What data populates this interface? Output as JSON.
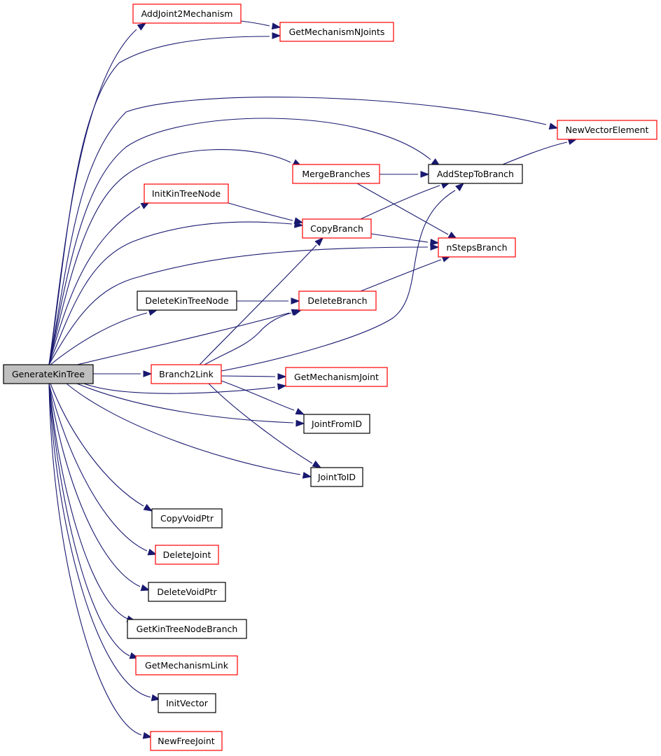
{
  "nodes": [
    {
      "id": "GenerateKinTree",
      "label": "GenerateKinTree",
      "border": "black",
      "highlight": true
    },
    {
      "id": "AddJoint2Mechanism",
      "label": "AddJoint2Mechanism",
      "border": "red"
    },
    {
      "id": "GetMechanismNJoints",
      "label": "GetMechanismNJoints",
      "border": "red"
    },
    {
      "id": "NewVectorElement",
      "label": "NewVectorElement",
      "border": "red"
    },
    {
      "id": "MergeBranches",
      "label": "MergeBranches",
      "border": "red"
    },
    {
      "id": "AddStepToBranch",
      "label": "AddStepToBranch",
      "border": "black"
    },
    {
      "id": "InitKinTreeNode",
      "label": "InitKinTreeNode",
      "border": "red"
    },
    {
      "id": "CopyBranch",
      "label": "CopyBranch",
      "border": "red"
    },
    {
      "id": "nStepsBranch",
      "label": "nStepsBranch",
      "border": "red"
    },
    {
      "id": "DeleteKinTreeNode",
      "label": "DeleteKinTreeNode",
      "border": "black"
    },
    {
      "id": "DeleteBranch",
      "label": "DeleteBranch",
      "border": "red"
    },
    {
      "id": "Branch2Link",
      "label": "Branch2Link",
      "border": "red"
    },
    {
      "id": "GetMechanismJoint",
      "label": "GetMechanismJoint",
      "border": "red"
    },
    {
      "id": "JointFromID",
      "label": "JointFromID",
      "border": "black"
    },
    {
      "id": "JointToID",
      "label": "JointToID",
      "border": "black"
    },
    {
      "id": "CopyVoidPtr",
      "label": "CopyVoidPtr",
      "border": "black"
    },
    {
      "id": "DeleteJoint",
      "label": "DeleteJoint",
      "border": "red"
    },
    {
      "id": "DeleteVoidPtr",
      "label": "DeleteVoidPtr",
      "border": "black"
    },
    {
      "id": "GetKinTreeNodeBranch",
      "label": "GetKinTreeNodeBranch",
      "border": "black"
    },
    {
      "id": "GetMechanismLink",
      "label": "GetMechanismLink",
      "border": "red"
    },
    {
      "id": "InitVector",
      "label": "InitVector",
      "border": "black"
    },
    {
      "id": "NewFreeJoint",
      "label": "NewFreeJoint",
      "border": "red"
    }
  ],
  "edges": [
    {
      "from": "GenerateKinTree",
      "to": "AddJoint2Mechanism"
    },
    {
      "from": "GenerateKinTree",
      "to": "GetMechanismNJoints"
    },
    {
      "from": "GenerateKinTree",
      "to": "NewVectorElement"
    },
    {
      "from": "GenerateKinTree",
      "to": "AddStepToBranch"
    },
    {
      "from": "GenerateKinTree",
      "to": "MergeBranches"
    },
    {
      "from": "GenerateKinTree",
      "to": "InitKinTreeNode"
    },
    {
      "from": "GenerateKinTree",
      "to": "CopyBranch"
    },
    {
      "from": "GenerateKinTree",
      "to": "nStepsBranch"
    },
    {
      "from": "GenerateKinTree",
      "to": "DeleteKinTreeNode"
    },
    {
      "from": "GenerateKinTree",
      "to": "DeleteBranch"
    },
    {
      "from": "GenerateKinTree",
      "to": "Branch2Link"
    },
    {
      "from": "GenerateKinTree",
      "to": "GetMechanismJoint"
    },
    {
      "from": "GenerateKinTree",
      "to": "JointFromID"
    },
    {
      "from": "GenerateKinTree",
      "to": "JointToID"
    },
    {
      "from": "GenerateKinTree",
      "to": "CopyVoidPtr"
    },
    {
      "from": "GenerateKinTree",
      "to": "DeleteJoint"
    },
    {
      "from": "GenerateKinTree",
      "to": "DeleteVoidPtr"
    },
    {
      "from": "GenerateKinTree",
      "to": "GetKinTreeNodeBranch"
    },
    {
      "from": "GenerateKinTree",
      "to": "GetMechanismLink"
    },
    {
      "from": "GenerateKinTree",
      "to": "InitVector"
    },
    {
      "from": "GenerateKinTree",
      "to": "NewFreeJoint"
    },
    {
      "from": "AddJoint2Mechanism",
      "to": "GetMechanismNJoints"
    },
    {
      "from": "AddStepToBranch",
      "to": "NewVectorElement"
    },
    {
      "from": "MergeBranches",
      "to": "AddStepToBranch"
    },
    {
      "from": "MergeBranches",
      "to": "nStepsBranch"
    },
    {
      "from": "InitKinTreeNode",
      "to": "CopyBranch"
    },
    {
      "from": "CopyBranch",
      "to": "AddStepToBranch"
    },
    {
      "from": "CopyBranch",
      "to": "nStepsBranch"
    },
    {
      "from": "DeleteKinTreeNode",
      "to": "DeleteBranch"
    },
    {
      "from": "DeleteBranch",
      "to": "nStepsBranch"
    },
    {
      "from": "Branch2Link",
      "to": "CopyBranch"
    },
    {
      "from": "Branch2Link",
      "to": "DeleteBranch"
    },
    {
      "from": "Branch2Link",
      "to": "AddStepToBranch"
    },
    {
      "from": "Branch2Link",
      "to": "GetMechanismJoint"
    },
    {
      "from": "Branch2Link",
      "to": "JointFromID"
    },
    {
      "from": "Branch2Link",
      "to": "JointToID"
    }
  ],
  "colors": {
    "edge": "#191970",
    "red_border": "#ff0000",
    "black_border": "#000000",
    "highlight_fill": "#bfbfbf"
  }
}
